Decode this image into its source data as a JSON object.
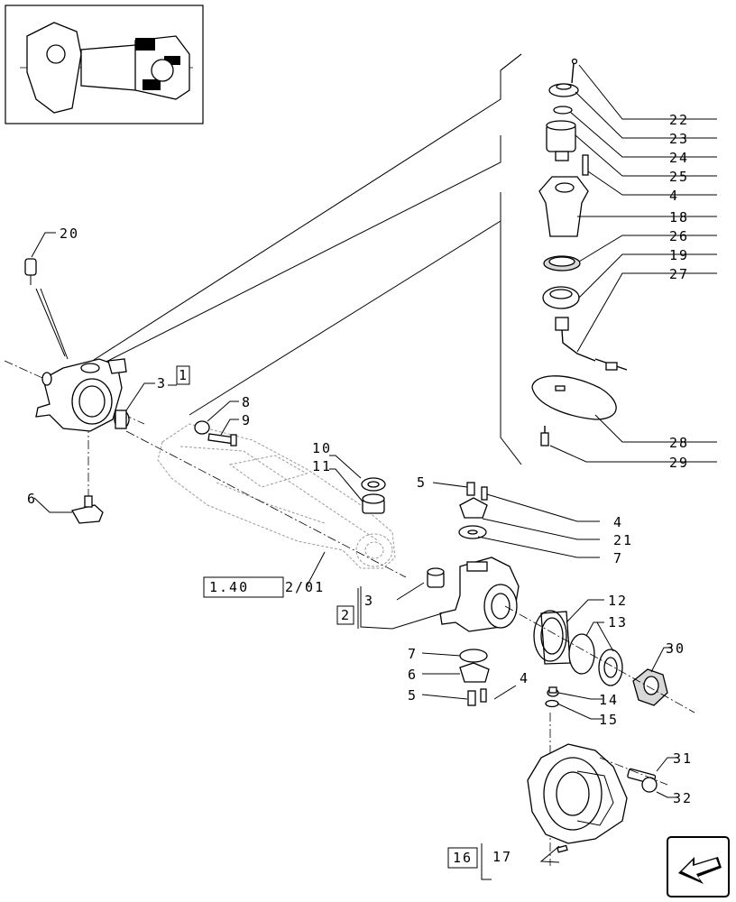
{
  "callouts": {
    "c22": "22",
    "c23": "23",
    "c24": "24",
    "c25": "25",
    "c4a": "4",
    "c18": "18",
    "c26": "26",
    "c19": "19",
    "c27": "27",
    "c28": "28",
    "c29": "29",
    "c20": "20",
    "c3a": "3",
    "c8": "8",
    "c9": "9",
    "c10": "10",
    "c11": "11",
    "c6a": "6",
    "c5a": "5",
    "c4b": "4",
    "c21": "21",
    "c7a": "7",
    "c3b": "3",
    "c12": "12",
    "c13": "13",
    "c30": "30",
    "c7b": "7",
    "c6b": "6",
    "c5b": "5",
    "c4c": "4",
    "c14": "14",
    "c15": "15",
    "c31": "31",
    "c32": "32",
    "c17": "17"
  },
  "boxes": {
    "b1": "1",
    "b2": "2",
    "b16": "16",
    "ref_main": "1.40",
    "ref_sub": "2/01"
  },
  "icons": {
    "overview": "axle-overview-thumbnail",
    "nav": "previous-page-arrow-icon"
  }
}
